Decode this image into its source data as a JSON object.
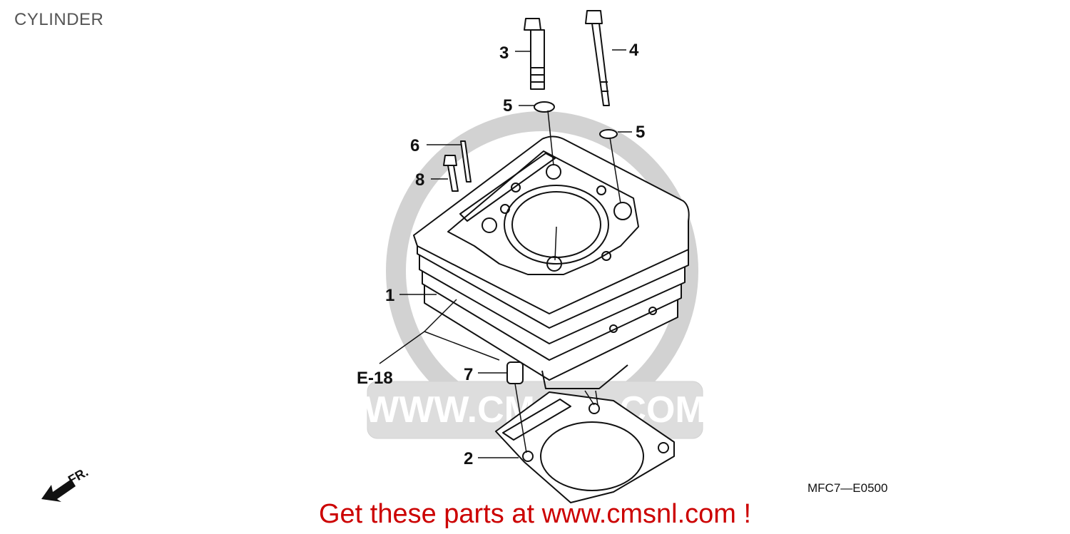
{
  "title": "CYLINDER",
  "callouts": {
    "c1": "1",
    "c2": "2",
    "c3": "3",
    "c4": "4",
    "c5a": "5",
    "c5b": "5",
    "c6": "6",
    "c7": "7",
    "c8": "8"
  },
  "reference": "E-18",
  "direction_marker": "FR.",
  "diagram_code": "MFC7—E0500",
  "watermark_text": "WWW.CMSNL.COM",
  "promo": "Get these parts at www.cmsnl.com !",
  "colors": {
    "promo": "#cc0000",
    "watermark": "#d9d9d9",
    "line": "#111111"
  }
}
